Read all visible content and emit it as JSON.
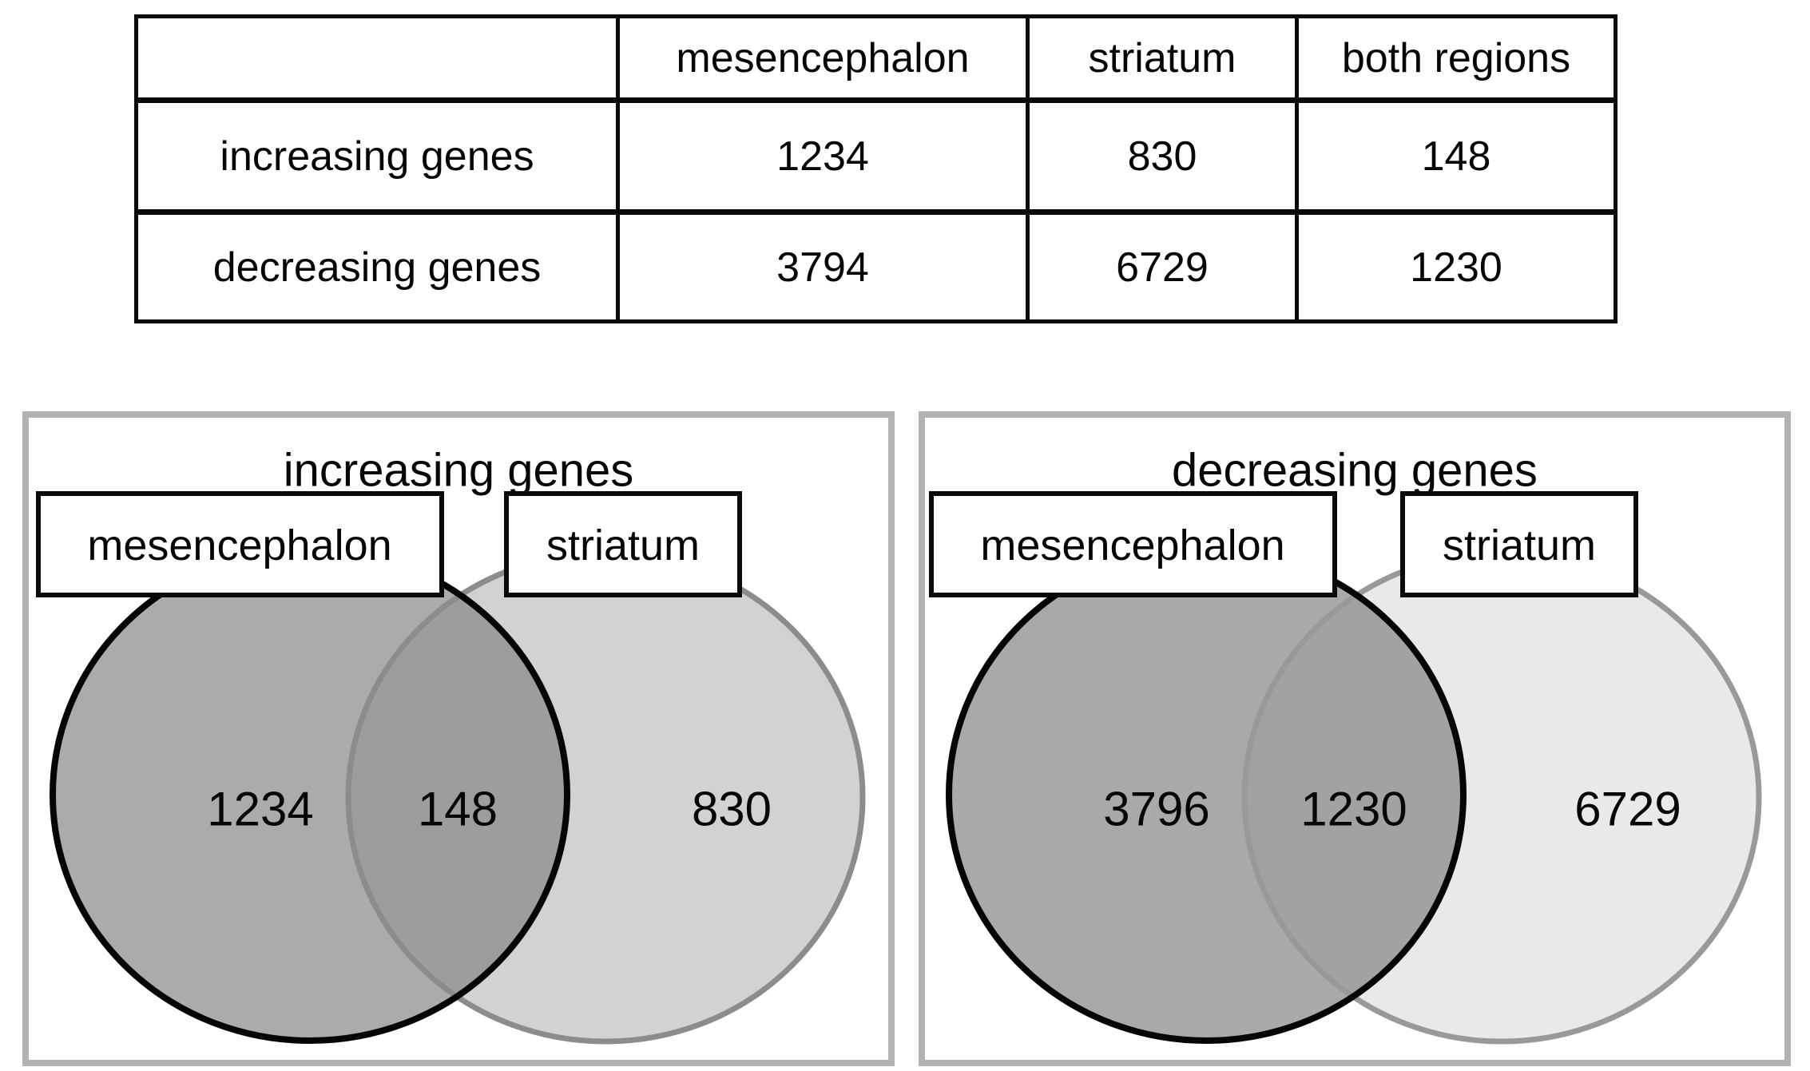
{
  "figure": {
    "background": "#ffffff",
    "text_color": "#060606",
    "panel_border_color": "#b3b3b3",
    "table_border_color": "#0a0a0a"
  },
  "table": {
    "headers": [
      "",
      "mesencephalon",
      "striatum",
      "both regions"
    ],
    "rows": [
      {
        "label": "increasing genes",
        "mesencephalon": "1234",
        "striatum": "830",
        "both_regions": "148"
      },
      {
        "label": "decreasing genes",
        "mesencephalon": "3794",
        "striatum": "6729",
        "both_regions": "1230"
      }
    ]
  },
  "venns": [
    {
      "title": "increasing genes",
      "left_label": "mesencephalon",
      "right_label": "striatum",
      "left_only": "1234",
      "overlap": "148",
      "right_only": "830",
      "colors": {
        "left_fill": "#ababab",
        "right_fill": "#d2d2d2",
        "overlap_fill": "#9d9d9d",
        "left_stroke": "#050505",
        "right_stroke": "#8c8c8c",
        "label_box_fill": "#ffffff",
        "label_box_stroke": "#0a0a0a"
      }
    },
    {
      "title": "decreasing genes",
      "left_label": "mesencephalon",
      "right_label": "striatum",
      "left_only": "3796",
      "overlap": "1230",
      "right_only": "6729",
      "colors": {
        "left_fill": "#a9a9a9",
        "right_fill": "#e9e9e9",
        "overlap_fill": "#a2a2a2",
        "left_stroke": "#050505",
        "right_stroke": "#999999",
        "label_box_fill": "#ffffff",
        "label_box_stroke": "#0a0a0a"
      }
    }
  ],
  "chart_data": [
    {
      "type": "table",
      "title": "",
      "columns": [
        "",
        "mesencephalon",
        "striatum",
        "both regions"
      ],
      "rows": [
        [
          "increasing genes",
          1234,
          830,
          148
        ],
        [
          "decreasing genes",
          3794,
          6729,
          1230
        ]
      ]
    },
    {
      "type": "venn",
      "title": "increasing genes",
      "sets": [
        {
          "name": "mesencephalon",
          "unique": 1234
        },
        {
          "name": "striatum",
          "unique": 830
        }
      ],
      "intersection": 148,
      "legend_position": "labels-above-circles",
      "note": "left circle dark-stroked medium gray, right circle gray-stroked light gray, overlap darker gray"
    },
    {
      "type": "venn",
      "title": "decreasing genes",
      "sets": [
        {
          "name": "mesencephalon",
          "unique": 3796
        },
        {
          "name": "striatum",
          "unique": 6729
        }
      ],
      "intersection": 1230,
      "legend_position": "labels-above-circles",
      "note": "venn shows 3796 while table shows 3794 (source inconsistency preserved)"
    }
  ]
}
